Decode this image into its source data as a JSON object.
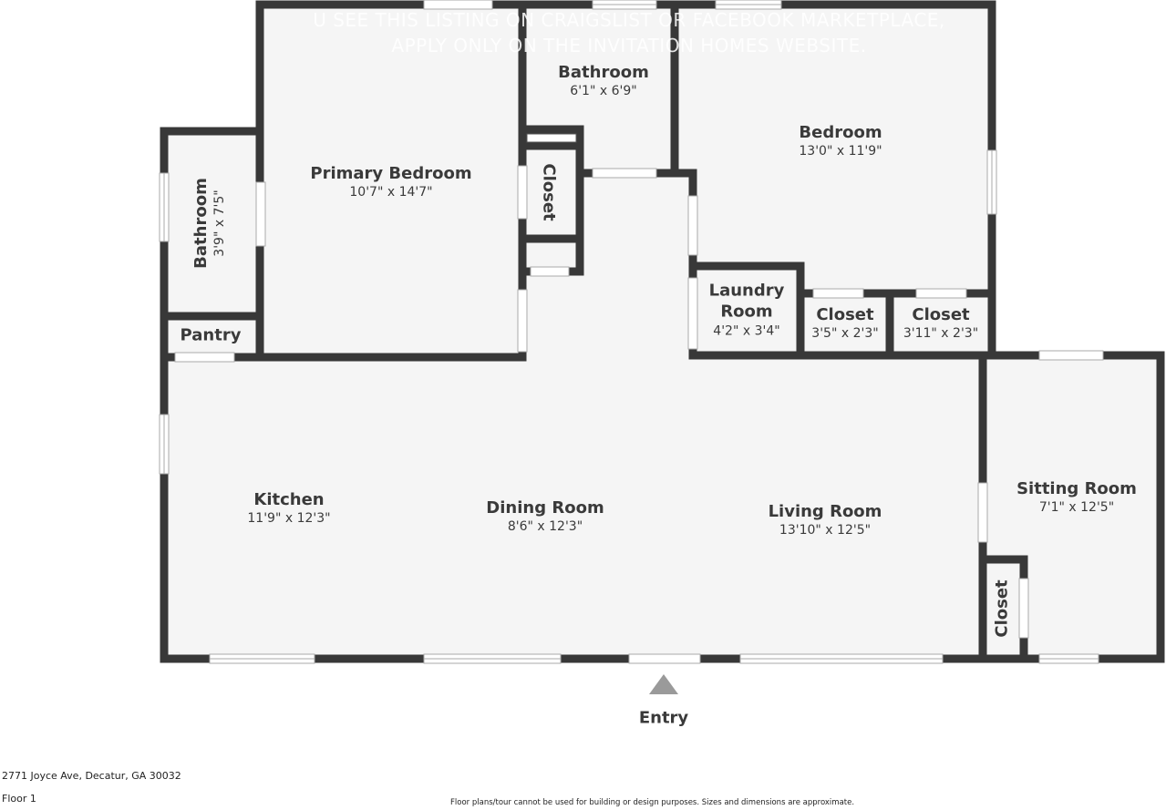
{
  "watermark": {
    "line1": "U SEE THIS LISTING ON CRAIGSLIST OR FACEBOOK MARKETPLACE,",
    "line2": "APPLY ONLY ON THE INVITATION HOMES WEBSITE."
  },
  "rooms": {
    "primary_bedroom": {
      "name": "Primary Bedroom",
      "dim": "10'7\" x 14'7\""
    },
    "bathroom_top": {
      "name": "Bathroom",
      "dim": "6'1\" x 6'9\""
    },
    "bedroom": {
      "name": "Bedroom",
      "dim": "13'0\" x 11'9\""
    },
    "bathroom_left": {
      "name": "Bathroom",
      "dim": "3'9\" x 7'5\""
    },
    "closet_primary": {
      "name": "Closet"
    },
    "pantry": {
      "name": "Pantry"
    },
    "laundry": {
      "name": "Laundry Room",
      "dim": "4'2\" x 3'4\""
    },
    "closet_a": {
      "name": "Closet",
      "dim": "3'5\" x 2'3\""
    },
    "closet_b": {
      "name": "Closet",
      "dim": "3'11\" x 2'3\""
    },
    "kitchen": {
      "name": "Kitchen",
      "dim": "11'9\" x 12'3\""
    },
    "dining": {
      "name": "Dining Room",
      "dim": "8'6\" x 12'3\""
    },
    "living": {
      "name": "Living Room",
      "dim": "13'10\" x 12'5\""
    },
    "sitting": {
      "name": "Sitting Room",
      "dim": "7'1\" x 12'5\""
    },
    "closet_sitting": {
      "name": "Closet"
    }
  },
  "entry": {
    "label": "Entry"
  },
  "footer": {
    "address": "2771 Joyce Ave, Decatur, GA 30032",
    "floor": "Floor 1",
    "disclaimer": "Floor plans/tour cannot be used for building or design purposes. Sizes and dimensions are approximate."
  },
  "colors": {
    "wall": "#383838",
    "floor": "#f5f5f5",
    "entry_arrow": "#9a9a9a"
  }
}
